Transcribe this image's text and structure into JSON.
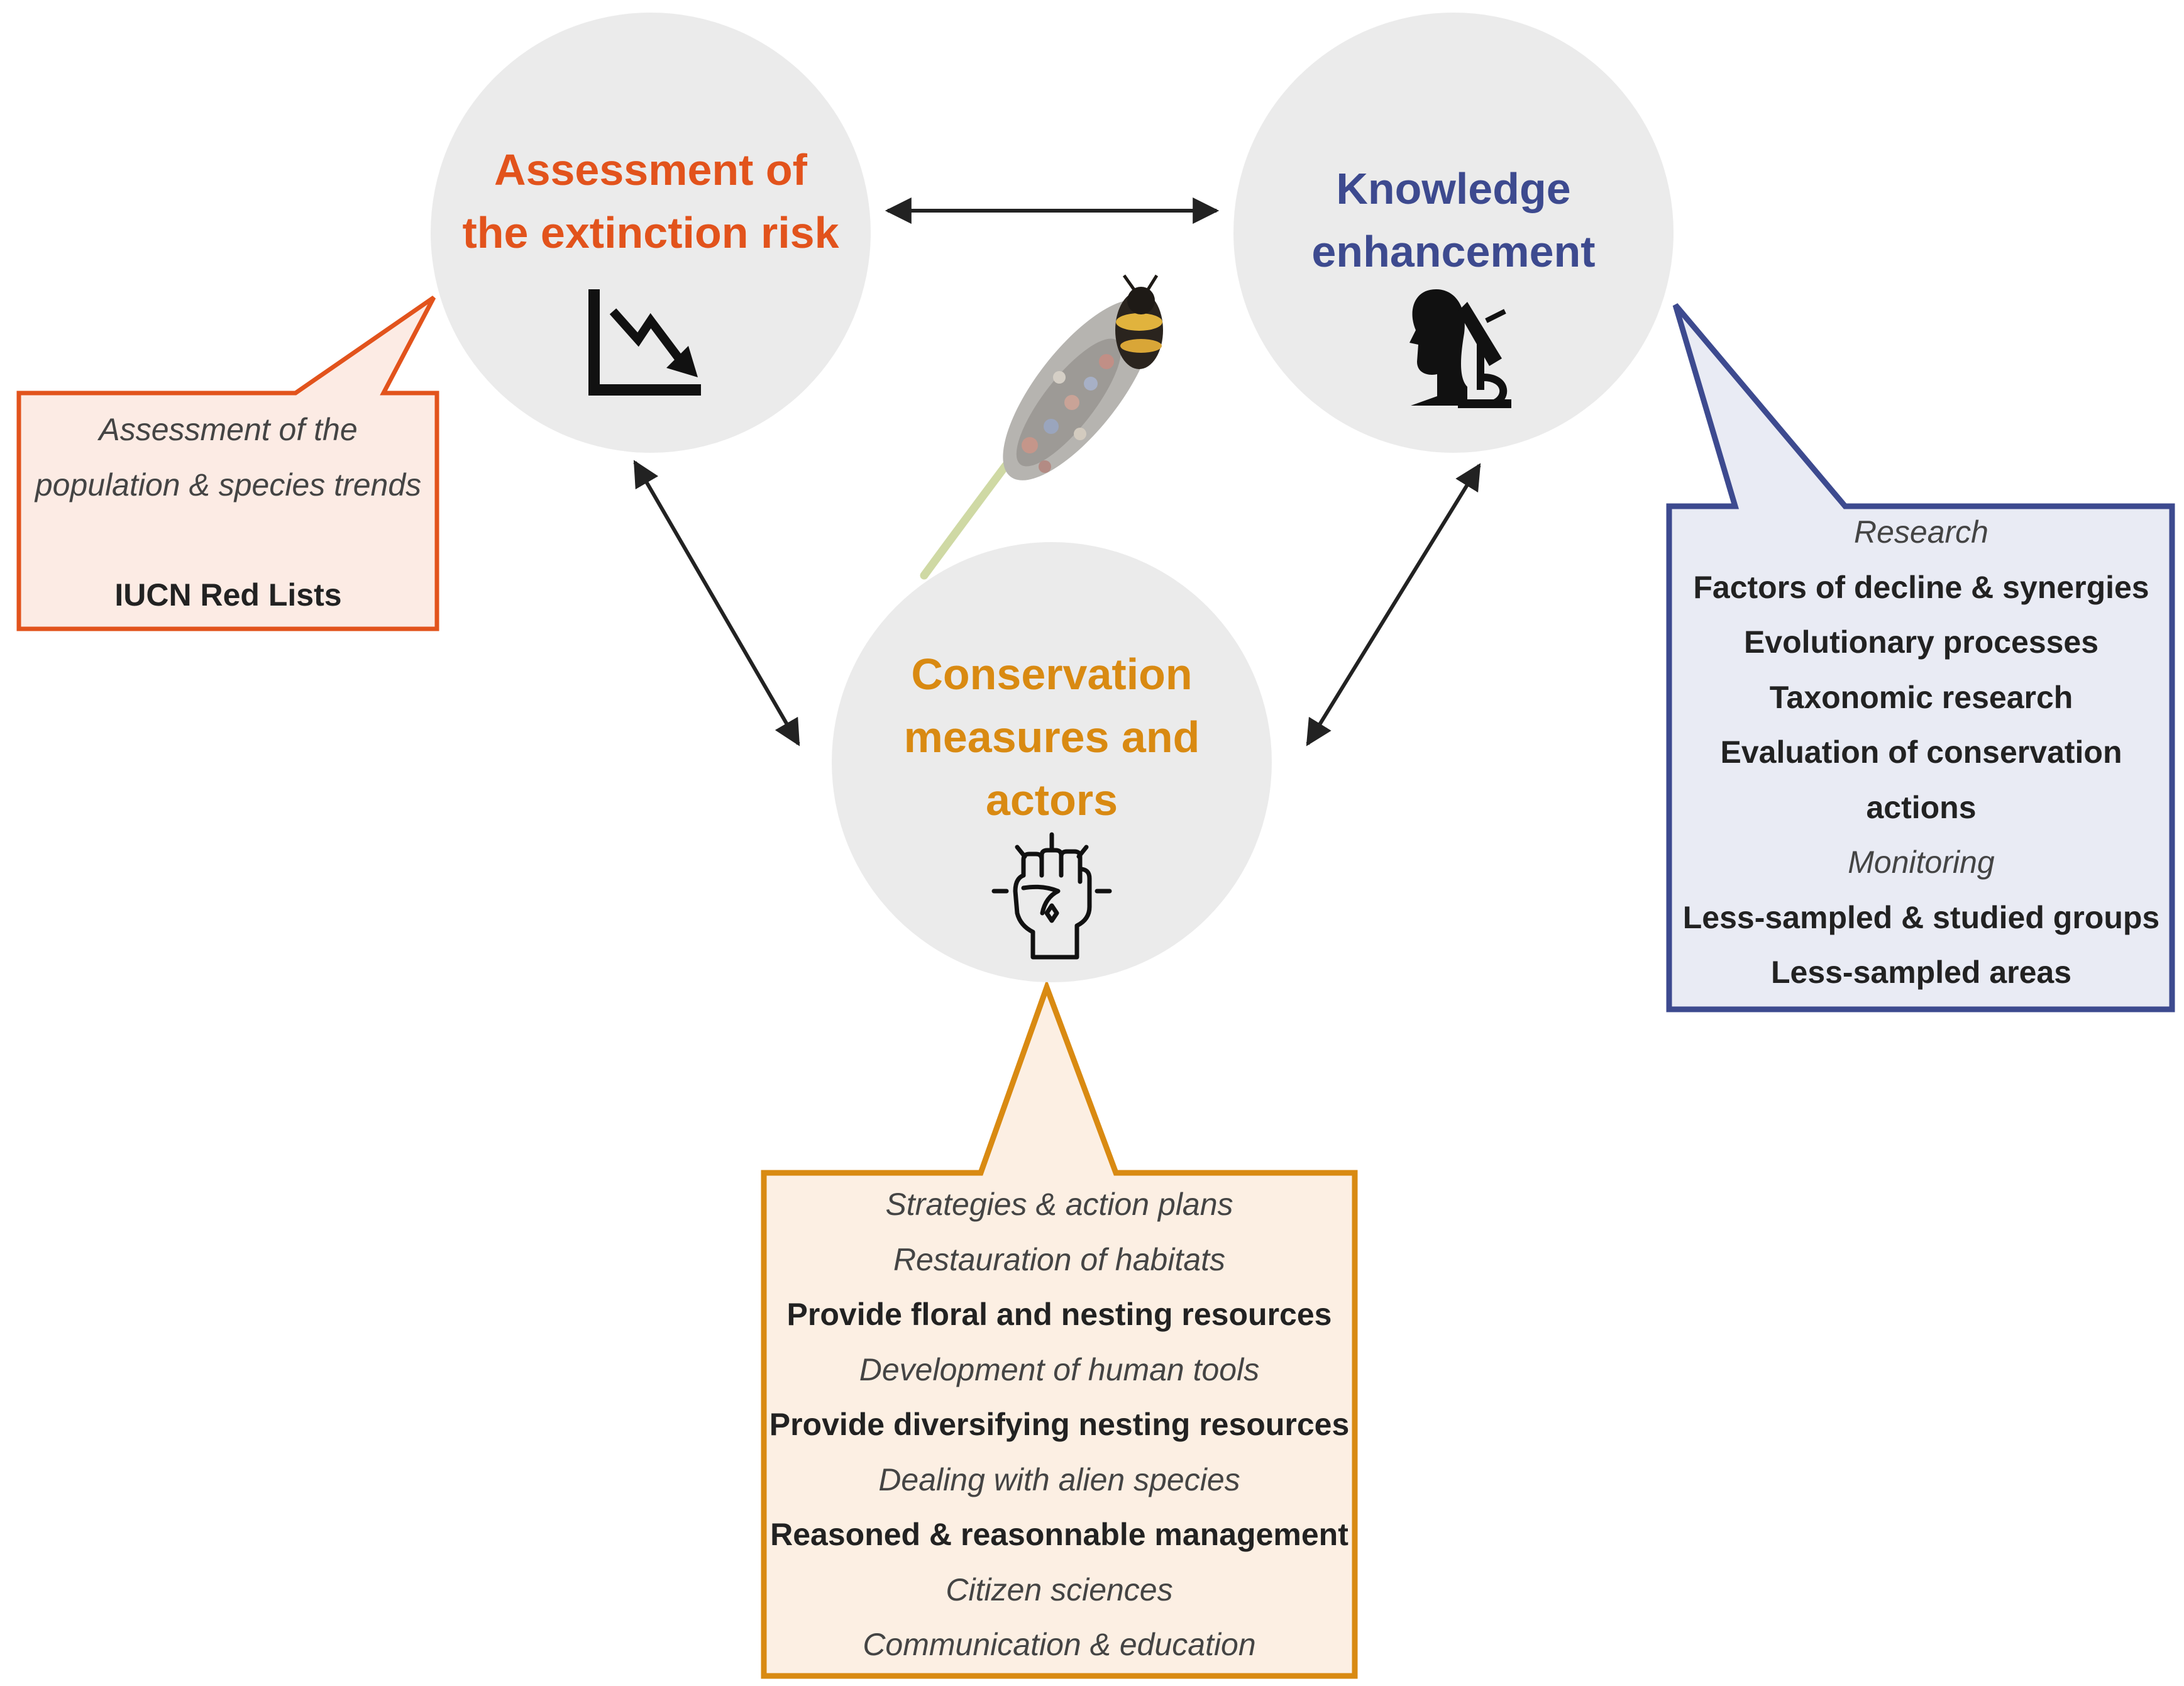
{
  "nodes": {
    "assessment": {
      "title_lines": [
        "Assessment of",
        "the extinction risk"
      ],
      "color": "#e2531c",
      "icon": "declining-chart-icon"
    },
    "knowledge": {
      "title_lines": [
        "Knowledge",
        "enhancement"
      ],
      "color": "#3d4a8f",
      "icon": "scientist-microscope-icon"
    },
    "conservation": {
      "title_lines": [
        "Conservation",
        "measures and",
        "actors"
      ],
      "color": "#d98a12",
      "icon": "raised-fist-icon"
    }
  },
  "callouts": {
    "assessment": {
      "border_color": "#e2531c",
      "fill_color": "#fcebe4",
      "lines": [
        {
          "text": "Assessment of the",
          "style": "italic"
        },
        {
          "text": "population & species trends",
          "style": "italic"
        },
        {
          "text": "",
          "style": "blank"
        },
        {
          "text": "IUCN Red Lists",
          "style": "bold"
        }
      ]
    },
    "knowledge": {
      "border_color": "#3d4a8f",
      "fill_color": "#e9ebf4",
      "lines": [
        {
          "text": "Research",
          "style": "italic"
        },
        {
          "text": "Factors of decline & synergies",
          "style": "bold"
        },
        {
          "text": "Evolutionary processes",
          "style": "bold"
        },
        {
          "text": "Taxonomic research",
          "style": "bold"
        },
        {
          "text": "Evaluation of conservation",
          "style": "bold"
        },
        {
          "text": "actions",
          "style": "bold"
        },
        {
          "text": "Monitoring",
          "style": "italic"
        },
        {
          "text": "Less-sampled & studied groups",
          "style": "bold"
        },
        {
          "text": "Less-sampled areas",
          "style": "bold"
        }
      ]
    },
    "conservation": {
      "border_color": "#d98a12",
      "fill_color": "#fcefe3",
      "lines": [
        {
          "text": "Strategies & action plans",
          "style": "italic"
        },
        {
          "text": "Restauration of habitats",
          "style": "italic"
        },
        {
          "text": "Provide floral and nesting resources",
          "style": "bold"
        },
        {
          "text": "Development of human tools",
          "style": "italic"
        },
        {
          "text": "Provide diversifying nesting resources",
          "style": "bold"
        },
        {
          "text": "Dealing with alien species",
          "style": "italic"
        },
        {
          "text": "Reasoned & reasonnable management",
          "style": "bold"
        },
        {
          "text": "Citizen sciences",
          "style": "italic"
        },
        {
          "text": "Communication & education",
          "style": "italic"
        }
      ]
    }
  },
  "edges": [
    {
      "from": "assessment",
      "to": "knowledge",
      "direction": "both"
    },
    {
      "from": "assessment",
      "to": "conservation",
      "direction": "both"
    },
    {
      "from": "knowledge",
      "to": "conservation",
      "direction": "both"
    }
  ],
  "illustration": {
    "name": "bee-on-lavender-photo"
  }
}
